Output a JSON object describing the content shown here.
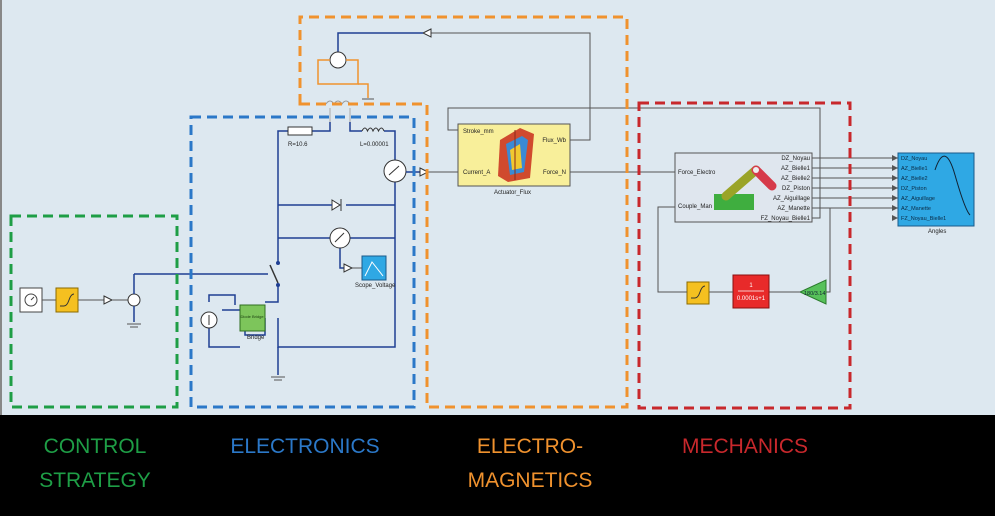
{
  "sections": {
    "control": {
      "line1": "CONTROL",
      "line2": "STRATEGY",
      "color": "#1e9e46"
    },
    "electronics": {
      "line1": "ELECTRONICS",
      "color": "#2b78c8"
    },
    "electromagnetics": {
      "line1": "ELECTRO-",
      "line2": "MAGNETICS",
      "color": "#f0922e"
    },
    "mechanics": {
      "line1": "MECHANICS",
      "color": "#c8282c"
    }
  },
  "electronics": {
    "resistor_label": "R=10.6",
    "inductor_label": "L=0.00001",
    "scope_label": "Scope_Voltage",
    "bridge_label": "Bridge",
    "bridge_inner_label": "Diode Bridge"
  },
  "electromagnetics": {
    "actuator_label": "Actuator_Flux",
    "ports_left": [
      "Stroke_mm",
      "Current_A"
    ],
    "ports_right": [
      "Flux_Wb",
      "Force_N"
    ]
  },
  "mechanics": {
    "inputs": [
      "Force_Electro",
      "Couple_Man"
    ],
    "outputs": [
      "DZ_Noyau",
      "AZ_Bielle1",
      "AZ_Bielle2",
      "DZ_Piston",
      "AZ_Aiguillage",
      "AZ_Manette",
      "FZ_Noyau_Bielle1"
    ],
    "scope_label": "Angles",
    "scope_channels": [
      "DZ_Noyau",
      "AZ_Bielle1",
      "AZ_Bielle2",
      "DZ_Piston",
      "AZ_Aiguillage",
      "AZ_Manette",
      "FZ_Noyau_Bielle1"
    ],
    "transfer_numerator": "1",
    "transfer_denominator": "0.0001s+1",
    "gain_label": "180/3.14"
  },
  "colors": {
    "canvas": "#dde8f0",
    "wire_blue": "#1f3f93",
    "wire_gray": "#555555",
    "wire_orange": "#f0922e"
  }
}
